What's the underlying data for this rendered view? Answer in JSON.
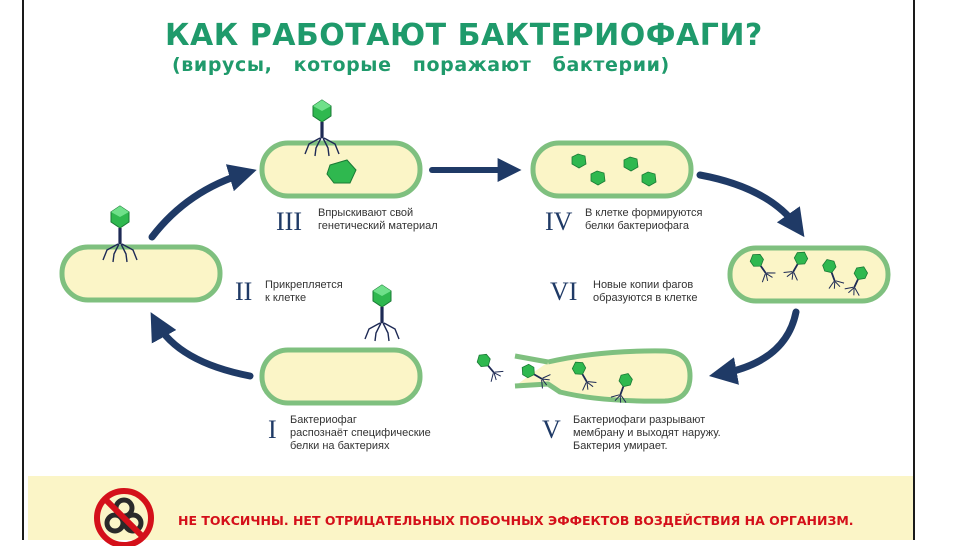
{
  "title": "КАК РАБОТАЮТ БАКТЕРИОФАГИ?",
  "subtitle": "(вирусы, которые поражают бактерии)",
  "steps": {
    "step1": {
      "numeral": "I",
      "line1": "Бактериофаг",
      "line2": "распознаёт специфические",
      "line3": "белки на бактериях"
    },
    "step2": {
      "numeral": "II",
      "line1": "Прикрепляется",
      "line2": "к клетке"
    },
    "step3": {
      "numeral": "III",
      "line1": "Впрыскивают свой",
      "line2": "генетический материал"
    },
    "step4": {
      "numeral": "IV",
      "line1": "В клетке формируются",
      "line2": "белки бактериофага"
    },
    "step6": {
      "numeral": "VI",
      "line1": "Новые копии фагов",
      "line2": "образуются в клетке"
    },
    "step5": {
      "numeral": "V",
      "line1": "Бактериофаги разрывают",
      "line2": "мембрану и выходят наружу.",
      "line3": "Бактерия умирает."
    }
  },
  "footer": {
    "text": "НЕ ТОКСИЧНЫ. НЕТ ОТРИЦАТЕЛЬНЫХ ПОБОЧНЫХ ЭФФЕКТОВ ВОЗДЕЙСТВИЯ НА ОРГАНИЗМ.",
    "icon": "no-biohazard-icon"
  },
  "colors": {
    "title": "#1f9a6b",
    "arrow": "#1f3a66",
    "cell_fill": "#fbf5c7",
    "cell_stroke": "#7fc07f",
    "phage": "#2fb84f",
    "footer_text": "#d4101a",
    "footer_bg": "#fbf5c7"
  }
}
